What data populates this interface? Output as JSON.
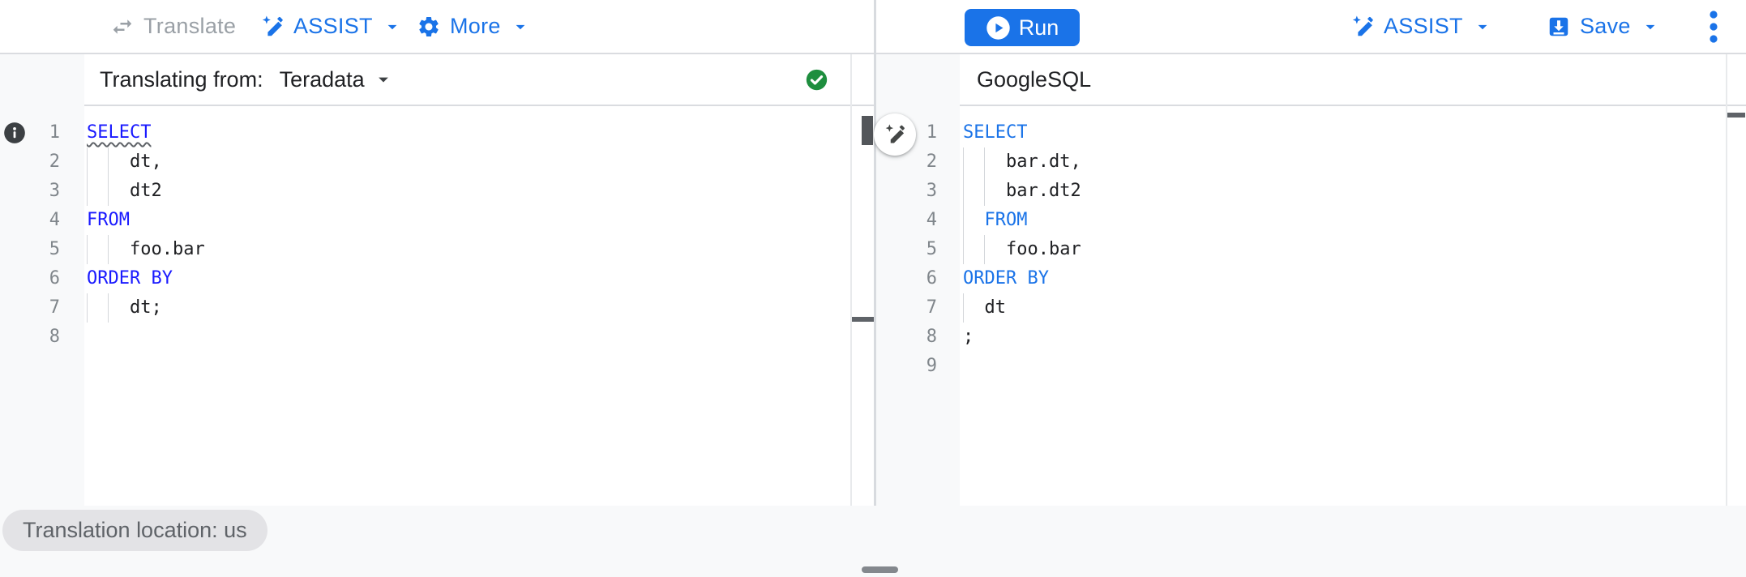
{
  "toolbar": {
    "left": {
      "translate_label": "Translate",
      "assist_label": "ASSIST",
      "more_label": "More"
    },
    "right": {
      "run_label": "Run",
      "assist_label": "ASSIST",
      "save_label": "Save"
    }
  },
  "source_pane": {
    "header_prefix": "Translating from:",
    "dialect": "Teradata",
    "lines": [
      {
        "n": "1",
        "tokens": [
          {
            "t": "SELECT",
            "c": "kw",
            "squiggle": true
          }
        ],
        "guides": []
      },
      {
        "n": "2",
        "tokens": [
          {
            "t": "    dt,",
            "c": "p"
          }
        ],
        "guides": [
          0,
          2
        ]
      },
      {
        "n": "3",
        "tokens": [
          {
            "t": "    dt2",
            "c": "p"
          }
        ],
        "guides": [
          0,
          2
        ]
      },
      {
        "n": "4",
        "tokens": [
          {
            "t": "FROM",
            "c": "kw"
          }
        ],
        "guides": []
      },
      {
        "n": "5",
        "tokens": [
          {
            "t": "    foo.bar",
            "c": "p"
          }
        ],
        "guides": [
          0,
          2
        ]
      },
      {
        "n": "6",
        "tokens": [
          {
            "t": "ORDER BY",
            "c": "kw"
          }
        ],
        "guides": []
      },
      {
        "n": "7",
        "tokens": [
          {
            "t": "    dt;",
            "c": "p"
          }
        ],
        "guides": [
          0,
          2
        ]
      },
      {
        "n": "8",
        "tokens": [],
        "guides": []
      }
    ]
  },
  "target_pane": {
    "header_label": "GoogleSQL",
    "lines": [
      {
        "n": "1",
        "tokens": [
          {
            "t": "SELECT",
            "c": "kw"
          }
        ],
        "guides": []
      },
      {
        "n": "2",
        "tokens": [
          {
            "t": "    bar.dt,",
            "c": "p"
          }
        ],
        "guides": [
          0,
          2
        ]
      },
      {
        "n": "3",
        "tokens": [
          {
            "t": "    bar.dt2",
            "c": "p"
          }
        ],
        "guides": [
          0,
          2
        ]
      },
      {
        "n": "4",
        "tokens": [
          {
            "t": "  ",
            "c": "p"
          },
          {
            "t": "FROM",
            "c": "kw"
          }
        ],
        "guides": [
          0
        ]
      },
      {
        "n": "5",
        "tokens": [
          {
            "t": "    foo.bar",
            "c": "p"
          }
        ],
        "guides": [
          0,
          2
        ]
      },
      {
        "n": "6",
        "tokens": [
          {
            "t": "ORDER BY",
            "c": "kw"
          }
        ],
        "guides": []
      },
      {
        "n": "7",
        "tokens": [
          {
            "t": "  dt",
            "c": "p"
          }
        ],
        "guides": [
          0
        ]
      },
      {
        "n": "8",
        "tokens": [
          {
            "t": ";",
            "c": "p"
          }
        ],
        "guides": []
      },
      {
        "n": "9",
        "tokens": [],
        "guides": []
      }
    ]
  },
  "footer": {
    "location_chip": "Translation location: us"
  },
  "colors": {
    "accent_blue": "#1a73e8",
    "keyword_source": "#1a1aff",
    "keyword_target": "#1a73e8",
    "code_text": "#202124",
    "line_number": "#80868b",
    "disabled_gray": "#9aa0a6",
    "success_green": "#1e8e3e",
    "info_gray": "#3c4043",
    "chip_bg": "#e3e3e6"
  }
}
